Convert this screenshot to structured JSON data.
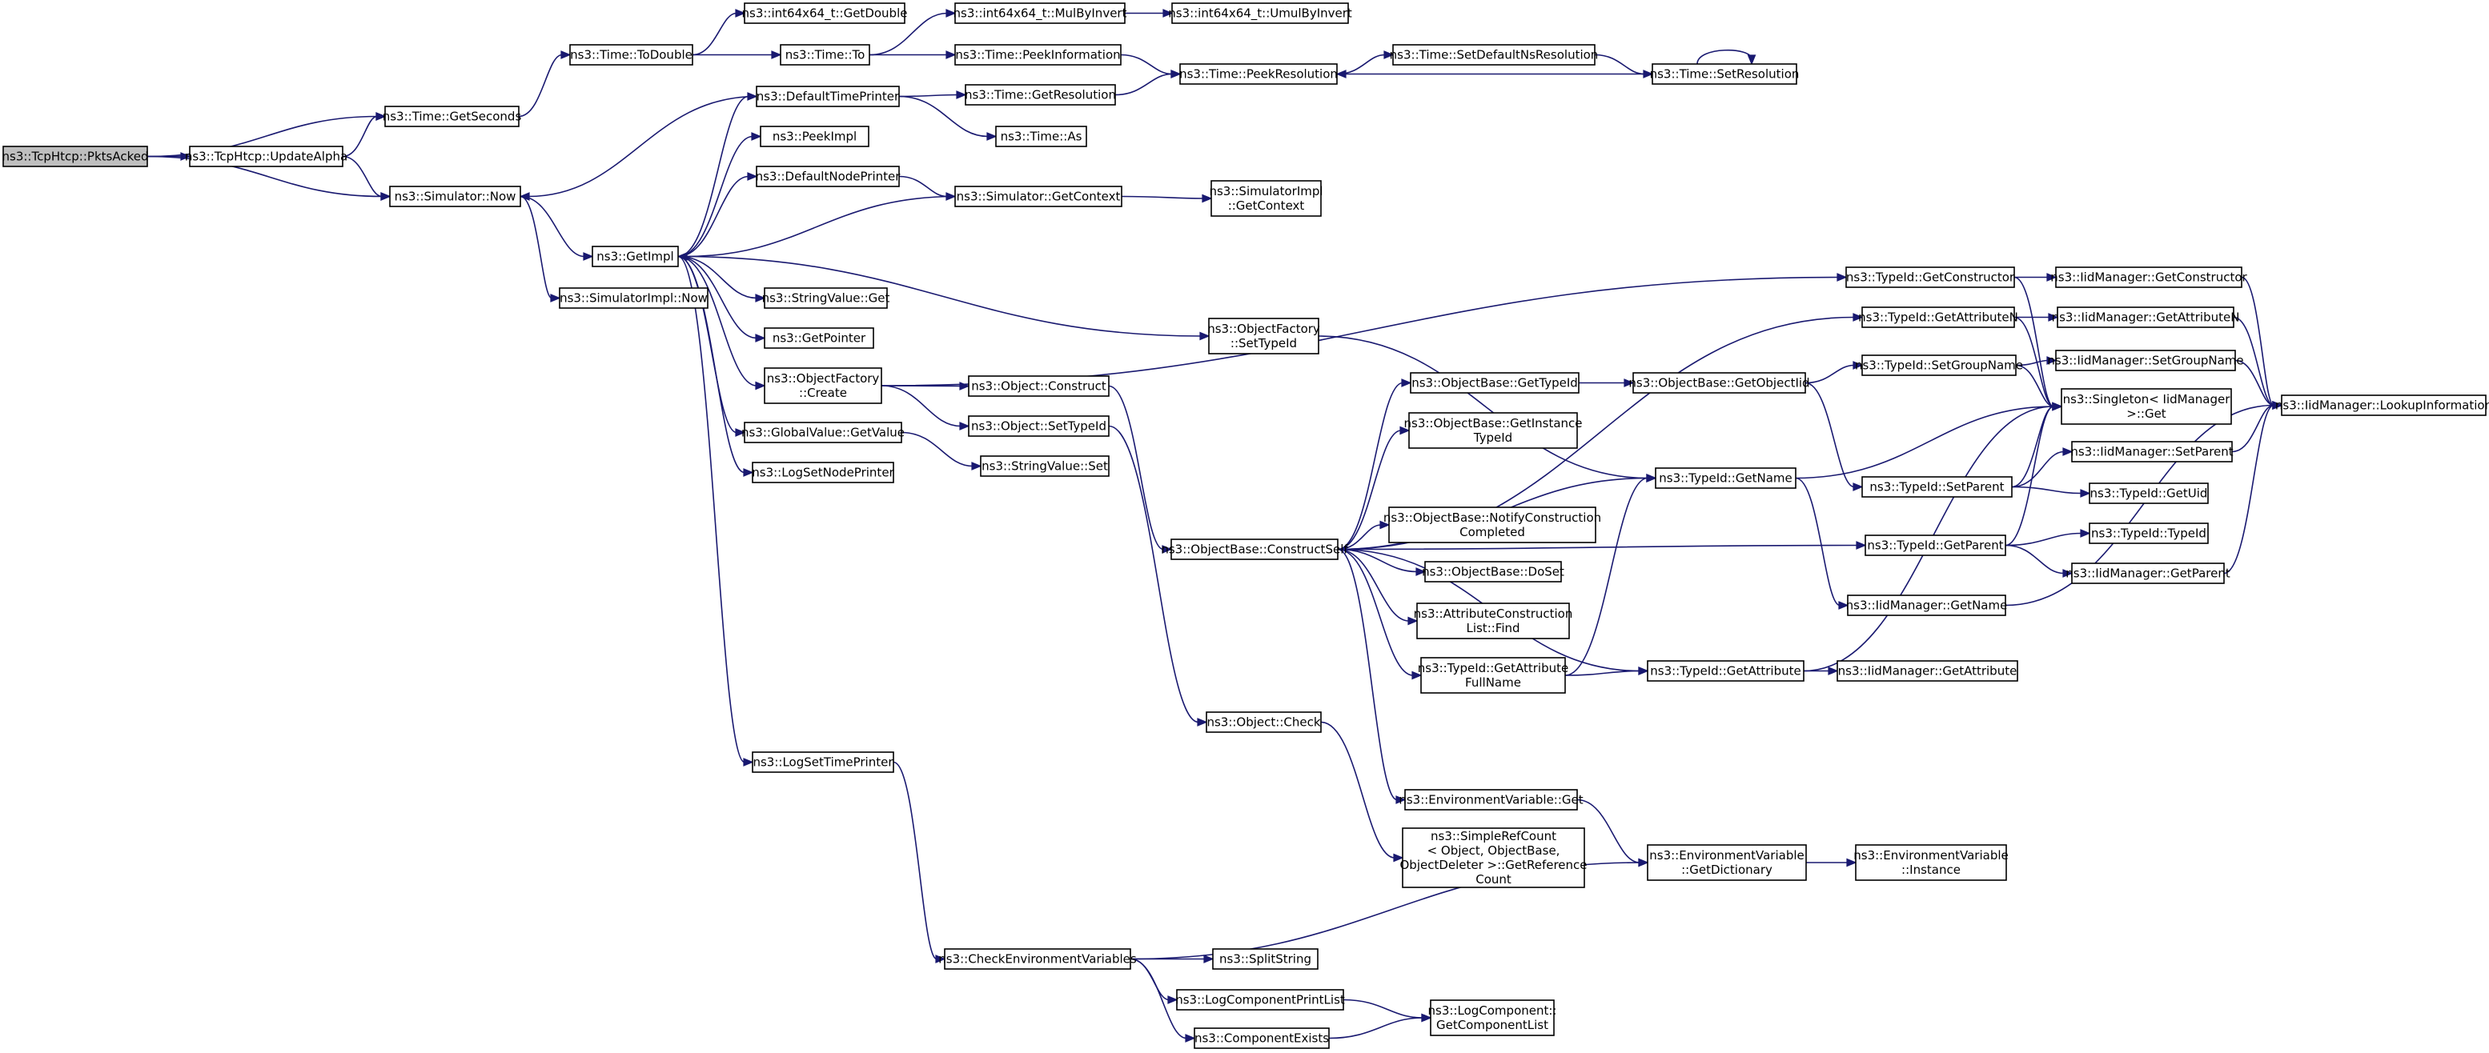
{
  "nodes": [
    {
      "id": "pktsacked",
      "label": [
        "ns3::TcpHtcp::PktsAcked"
      ],
      "root": true
    },
    {
      "id": "updatealpha",
      "label": [
        "ns3::TcpHtcp::UpdateAlpha"
      ]
    },
    {
      "id": "getseconds",
      "label": [
        "ns3::Time::GetSeconds"
      ]
    },
    {
      "id": "now",
      "label": [
        "ns3::Simulator::Now"
      ]
    },
    {
      "id": "todouble",
      "label": [
        "ns3::Time::ToDouble"
      ]
    },
    {
      "id": "getdouble",
      "label": [
        "ns3::int64x64_t::GetDouble"
      ]
    },
    {
      "id": "timeto",
      "label": [
        "ns3::Time::To"
      ]
    },
    {
      "id": "mulbyinvert",
      "label": [
        "ns3::int64x64_t::MulByInvert"
      ]
    },
    {
      "id": "umulbyinvert",
      "label": [
        "ns3::int64x64_t::UmulByInvert"
      ]
    },
    {
      "id": "peekinformation",
      "label": [
        "ns3::Time::PeekInformation"
      ]
    },
    {
      "id": "peekresolution",
      "label": [
        "ns3::Time::PeekResolution"
      ]
    },
    {
      "id": "setdefaultns",
      "label": [
        "ns3::Time::SetDefaultNsResolution"
      ]
    },
    {
      "id": "setresolution",
      "label": [
        "ns3::Time::SetResolution"
      ]
    },
    {
      "id": "defaulttimeprinter",
      "label": [
        "ns3::DefaultTimePrinter"
      ]
    },
    {
      "id": "getresolution",
      "label": [
        "ns3::Time::GetResolution"
      ]
    },
    {
      "id": "timeas",
      "label": [
        "ns3::Time::As"
      ]
    },
    {
      "id": "peekimpl",
      "label": [
        "ns3::PeekImpl"
      ]
    },
    {
      "id": "defaultnodeprinter",
      "label": [
        "ns3::DefaultNodePrinter"
      ]
    },
    {
      "id": "simgetcontext",
      "label": [
        "ns3::Simulator::GetContext"
      ]
    },
    {
      "id": "simimplgetcontext",
      "label": [
        "ns3::SimulatorImpl",
        "::GetContext"
      ]
    },
    {
      "id": "getimpl",
      "label": [
        "ns3::GetImpl"
      ]
    },
    {
      "id": "simimplnow",
      "label": [
        "ns3::SimulatorImpl::Now"
      ]
    },
    {
      "id": "stringvalueget",
      "label": [
        "ns3::StringValue::Get"
      ]
    },
    {
      "id": "getpointer",
      "label": [
        "ns3::GetPointer"
      ]
    },
    {
      "id": "objfactorycreate",
      "label": [
        "ns3::ObjectFactory",
        "::Create"
      ]
    },
    {
      "id": "globalvalueget",
      "label": [
        "ns3::GlobalValue::GetValue"
      ]
    },
    {
      "id": "logsetnodeprinter",
      "label": [
        "ns3::LogSetNodePrinter"
      ]
    },
    {
      "id": "logsettimeprinter",
      "label": [
        "ns3::LogSetTimePrinter"
      ]
    },
    {
      "id": "objfactorysettypeid",
      "label": [
        "ns3::ObjectFactory",
        "::SetTypeId"
      ]
    },
    {
      "id": "objconstruct",
      "label": [
        "ns3::Object::Construct"
      ]
    },
    {
      "id": "objsettypeid",
      "label": [
        "ns3::Object::SetTypeId"
      ]
    },
    {
      "id": "stringvalueset",
      "label": [
        "ns3::StringValue::Set"
      ]
    },
    {
      "id": "constructself",
      "label": [
        "ns3::ObjectBase::ConstructSelf"
      ]
    },
    {
      "id": "objcheck",
      "label": [
        "ns3::Object::Check"
      ]
    },
    {
      "id": "simplerefcount",
      "label": [
        "ns3::SimpleRefCount",
        "< Object, ObjectBase,",
        "ObjectDeleter >::GetReference",
        "Count"
      ]
    },
    {
      "id": "obgettypeid",
      "label": [
        "ns3::ObjectBase::GetTypeId"
      ]
    },
    {
      "id": "obgetinstancetypeid",
      "label": [
        "ns3::ObjectBase::GetInstance",
        "TypeId"
      ]
    },
    {
      "id": "obnotify",
      "label": [
        "ns3::ObjectBase::NotifyConstruction",
        "Completed"
      ]
    },
    {
      "id": "obdoset",
      "label": [
        "ns3::ObjectBase::DoSet"
      ]
    },
    {
      "id": "attrconstructfind",
      "label": [
        "ns3::AttributeConstruction",
        "List::Find"
      ]
    },
    {
      "id": "tidgetattrfullname",
      "label": [
        "ns3::TypeId::GetAttribute",
        "FullName"
      ]
    },
    {
      "id": "envget",
      "label": [
        "ns3::EnvironmentVariable::Get"
      ]
    },
    {
      "id": "obgetobjecttid",
      "label": [
        "ns3::ObjectBase::GetObjectIid"
      ]
    },
    {
      "id": "tidgetname",
      "label": [
        "ns3::TypeId::GetName"
      ]
    },
    {
      "id": "tidgetattribute",
      "label": [
        "ns3::TypeId::GetAttribute"
      ]
    },
    {
      "id": "envgetdict",
      "label": [
        "ns3::EnvironmentVariable",
        "::GetDictionary"
      ]
    },
    {
      "id": "envinstance",
      "label": [
        "ns3::EnvironmentVariable",
        "::Instance"
      ]
    },
    {
      "id": "checkenv",
      "label": [
        "ns3::CheckEnvironmentVariables"
      ]
    },
    {
      "id": "splitstring",
      "label": [
        "ns3::SplitString"
      ]
    },
    {
      "id": "logcompprintlist",
      "label": [
        "ns3::LogComponentPrintList"
      ]
    },
    {
      "id": "componentexists",
      "label": [
        "ns3::ComponentExists"
      ]
    },
    {
      "id": "logcompgetlist",
      "label": [
        "ns3::LogComponent::",
        "GetComponentList"
      ]
    },
    {
      "id": "tidgetconstructor",
      "label": [
        "ns3::TypeId::GetConstructor"
      ]
    },
    {
      "id": "tidgetattributen",
      "label": [
        "ns3::TypeId::GetAttributeN"
      ]
    },
    {
      "id": "tidsetgroupname",
      "label": [
        "ns3::TypeId::SetGroupName"
      ]
    },
    {
      "id": "tidsetparent",
      "label": [
        "ns3::TypeId::SetParent"
      ]
    },
    {
      "id": "tidgetparent",
      "label": [
        "ns3::TypeId::GetParent"
      ]
    },
    {
      "id": "singletonget",
      "label": [
        "ns3::Singleton< IidManager",
        ">::Get"
      ]
    },
    {
      "id": "iidgetconstructor",
      "label": [
        "ns3::IidManager::GetConstructor"
      ]
    },
    {
      "id": "iidgetattributen",
      "label": [
        "ns3::IidManager::GetAttributeN"
      ]
    },
    {
      "id": "iidsetgroupname",
      "label": [
        "ns3::IidManager::SetGroupName"
      ]
    },
    {
      "id": "iidsetparent",
      "label": [
        "ns3::IidManager::SetParent"
      ]
    },
    {
      "id": "tidgetuid",
      "label": [
        "ns3::TypeId::GetUid"
      ]
    },
    {
      "id": "tidtypeid",
      "label": [
        "ns3::TypeId::TypeId"
      ]
    },
    {
      "id": "iidgetparent",
      "label": [
        "ns3::IidManager::GetParent"
      ]
    },
    {
      "id": "iidgetname",
      "label": [
        "ns3::IidManager::GetName"
      ]
    },
    {
      "id": "iidgetattribute",
      "label": [
        "ns3::IidManager::GetAttribute"
      ]
    },
    {
      "id": "iidlookup",
      "label": [
        "ns3::IidManager::LookupInformation"
      ]
    }
  ],
  "edges": [
    [
      "pktsacked",
      "updatealpha"
    ],
    [
      "pktsacked",
      "getseconds"
    ],
    [
      "pktsacked",
      "now"
    ],
    [
      "updatealpha",
      "getseconds"
    ],
    [
      "updatealpha",
      "now"
    ],
    [
      "getseconds",
      "todouble"
    ],
    [
      "todouble",
      "getdouble"
    ],
    [
      "todouble",
      "timeto"
    ],
    [
      "timeto",
      "mulbyinvert"
    ],
    [
      "timeto",
      "peekinformation"
    ],
    [
      "mulbyinvert",
      "umulbyinvert"
    ],
    [
      "peekinformation",
      "peekresolution"
    ],
    [
      "peekresolution",
      "setdefaultns"
    ],
    [
      "setdefaultns",
      "setresolution"
    ],
    [
      "setresolution",
      "peekresolution"
    ],
    [
      "setresolution",
      "setresolution"
    ],
    [
      "now",
      "getimpl"
    ],
    [
      "now",
      "simimplnow"
    ],
    [
      "defaulttimeprinter",
      "now"
    ],
    [
      "defaulttimeprinter",
      "getresolution"
    ],
    [
      "defaulttimeprinter",
      "timeas"
    ],
    [
      "getresolution",
      "peekresolution"
    ],
    [
      "defaultnodeprinter",
      "simgetcontext"
    ],
    [
      "simgetcontext",
      "getimpl"
    ],
    [
      "simgetcontext",
      "simimplgetcontext"
    ],
    [
      "getimpl",
      "defaulttimeprinter"
    ],
    [
      "getimpl",
      "peekimpl"
    ],
    [
      "getimpl",
      "defaultnodeprinter"
    ],
    [
      "getimpl",
      "stringvalueget"
    ],
    [
      "getimpl",
      "getpointer"
    ],
    [
      "getimpl",
      "objfactorycreate"
    ],
    [
      "getimpl",
      "globalvalueget"
    ],
    [
      "getimpl",
      "logsetnodeprinter"
    ],
    [
      "getimpl",
      "logsettimeprinter"
    ],
    [
      "getimpl",
      "objfactorysettypeid"
    ],
    [
      "objfactorycreate",
      "objconstruct"
    ],
    [
      "objfactorycreate",
      "objsettypeid"
    ],
    [
      "objfactorycreate",
      "tidgetconstructor"
    ],
    [
      "globalvalueget",
      "stringvalueset"
    ],
    [
      "objconstruct",
      "constructself"
    ],
    [
      "objsettypeid",
      "objcheck"
    ],
    [
      "objcheck",
      "simplerefcount"
    ],
    [
      "objfactorysettypeid",
      "tidgetname"
    ],
    [
      "logsettimeprinter",
      "checkenv"
    ],
    [
      "constructself",
      "obgettypeid"
    ],
    [
      "constructself",
      "obgetinstancetypeid"
    ],
    [
      "constructself",
      "obnotify"
    ],
    [
      "constructself",
      "obdoset"
    ],
    [
      "constructself",
      "attrconstructfind"
    ],
    [
      "constructself",
      "tidgetattrfullname"
    ],
    [
      "constructself",
      "envget"
    ],
    [
      "constructself",
      "tidgetname"
    ],
    [
      "constructself",
      "tidgetattribute"
    ],
    [
      "constructself",
      "tidgetattributen"
    ],
    [
      "constructself",
      "tidgetparent"
    ],
    [
      "obgettypeid",
      "obgetobjecttid"
    ],
    [
      "obgetobjecttid",
      "tidsetgroupname"
    ],
    [
      "obgetobjecttid",
      "tidsetparent"
    ],
    [
      "tidgetattrfullname",
      "tidgetname"
    ],
    [
      "tidgetattrfullname",
      "tidgetattribute"
    ],
    [
      "tidgetattribute",
      "iidgetattribute"
    ],
    [
      "tidgetattribute",
      "singletonget"
    ],
    [
      "tidgetname",
      "singletonget"
    ],
    [
      "tidgetname",
      "iidgetname"
    ],
    [
      "envget",
      "envgetdict"
    ],
    [
      "envgetdict",
      "envinstance"
    ],
    [
      "checkenv",
      "envgetdict"
    ],
    [
      "checkenv",
      "splitstring"
    ],
    [
      "checkenv",
      "logcompprintlist"
    ],
    [
      "checkenv",
      "componentexists"
    ],
    [
      "logcompprintlist",
      "logcompgetlist"
    ],
    [
      "componentexists",
      "logcompgetlist"
    ],
    [
      "tidgetconstructor",
      "iidgetconstructor"
    ],
    [
      "tidgetconstructor",
      "singletonget"
    ],
    [
      "tidgetattributen",
      "iidgetattributen"
    ],
    [
      "tidgetattributen",
      "singletonget"
    ],
    [
      "tidsetgroupname",
      "iidsetgroupname"
    ],
    [
      "tidsetgroupname",
      "singletonget"
    ],
    [
      "tidsetparent",
      "singletonget"
    ],
    [
      "tidsetparent",
      "iidsetparent"
    ],
    [
      "tidsetparent",
      "tidgetuid"
    ],
    [
      "tidgetparent",
      "singletonget"
    ],
    [
      "tidgetparent",
      "tidtypeid"
    ],
    [
      "tidgetparent",
      "iidgetparent"
    ],
    [
      "iidgetconstructor",
      "iidlookup"
    ],
    [
      "iidgetattributen",
      "iidlookup"
    ],
    [
      "iidsetgroupname",
      "iidlookup"
    ],
    [
      "iidsetparent",
      "iidlookup"
    ],
    [
      "iidgetparent",
      "iidlookup"
    ],
    [
      "iidgetname",
      "iidlookup"
    ]
  ]
}
